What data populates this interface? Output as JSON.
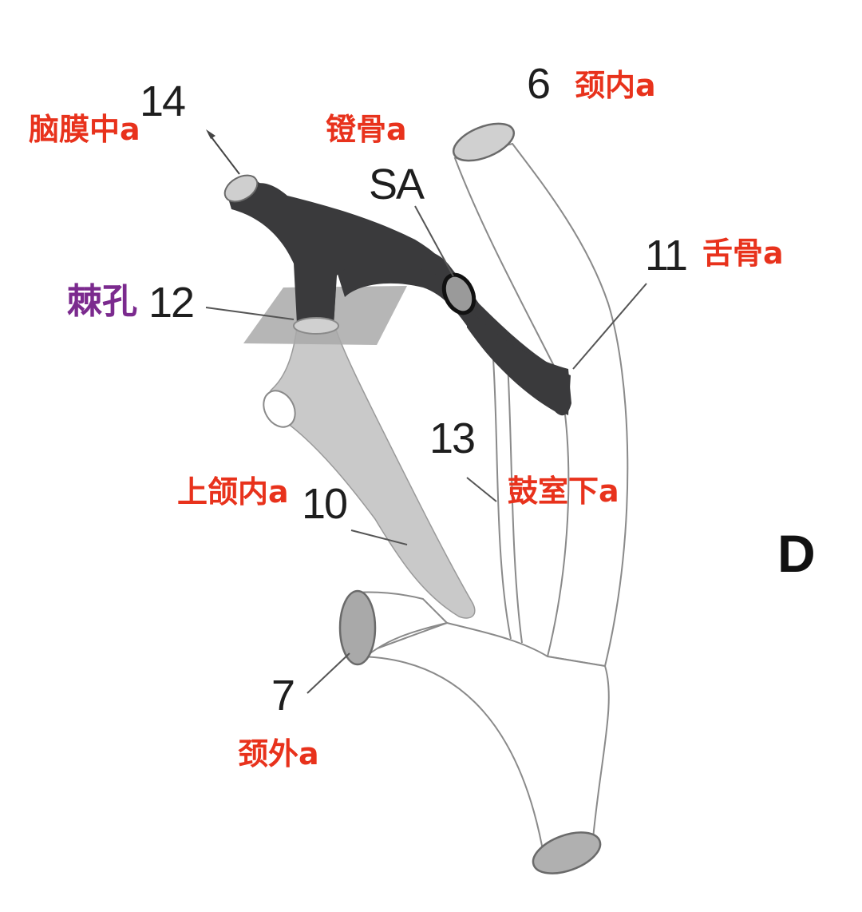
{
  "labels": {
    "n14": "14",
    "n6": "6",
    "sa": "SA",
    "n11": "11",
    "n12": "12",
    "n13": "13",
    "n10": "10",
    "n7": "7",
    "cn_meningeal": "脑膜中a",
    "cn_stapedial": "镫骨a",
    "cn_internal_carotid": "颈内a",
    "cn_hyoid": "舌骨a",
    "cn_foramen_spinosum": "棘孔",
    "cn_inferior_tympanic": "鼓室下a",
    "cn_internal_maxillary": "上颌内a",
    "cn_external_carotid": "颈外a",
    "panel": "D"
  },
  "colors": {
    "dark_vessel": "#3a3a3c",
    "light_vessel": "#c9c9c9",
    "vessel_end": "#b4b4b4",
    "outline": "#6a6a6a",
    "plane": "#a9a9a9",
    "red_label": "#e8321c",
    "purple_label": "#7b2a8e"
  }
}
